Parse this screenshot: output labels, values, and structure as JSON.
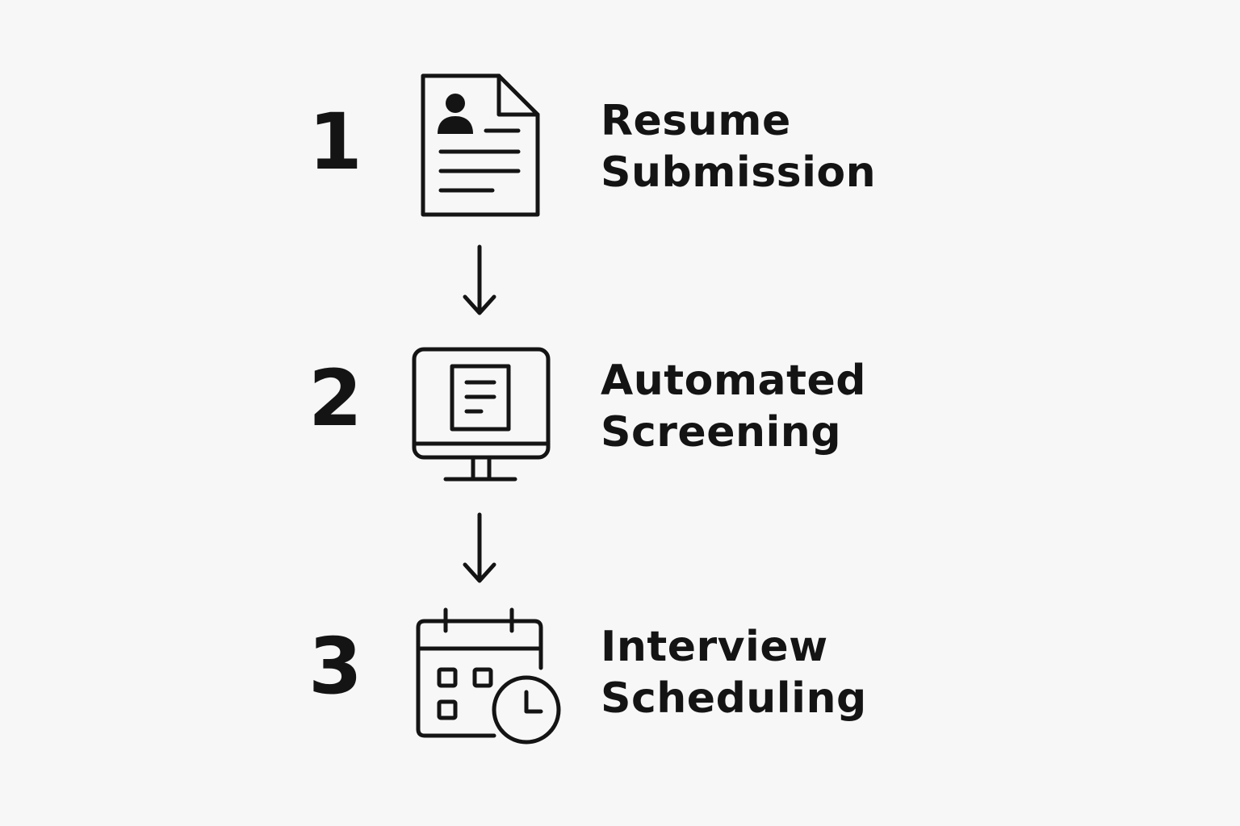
{
  "colors": {
    "background": "#f7f7f7",
    "ink": "#141414"
  },
  "steps": [
    {
      "number": "1",
      "label_line1": "Resume",
      "label_line2": "Submission",
      "icon": "resume-document-icon"
    },
    {
      "number": "2",
      "label_line1": "Automated",
      "label_line2": "Screening",
      "icon": "computer-monitor-icon"
    },
    {
      "number": "3",
      "label_line1": "Interview",
      "label_line2": "Scheduling",
      "icon": "calendar-clock-icon"
    }
  ],
  "connectors": [
    {
      "from": "1",
      "to": "2",
      "icon": "arrow-down-icon"
    },
    {
      "from": "2",
      "to": "3",
      "icon": "arrow-down-icon"
    }
  ]
}
